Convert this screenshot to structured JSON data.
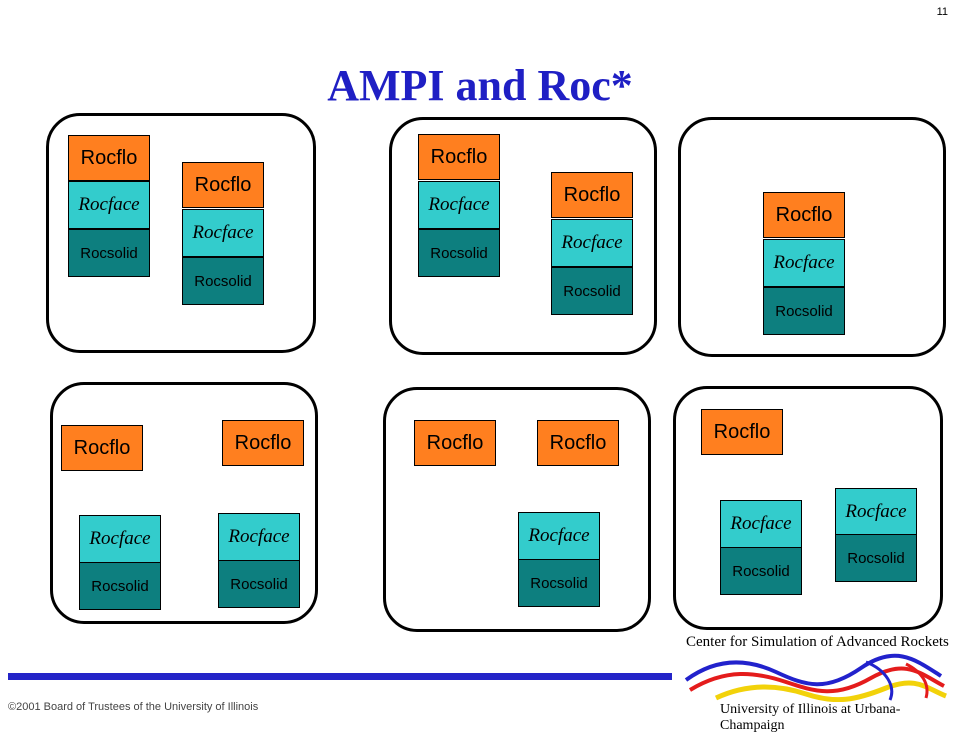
{
  "page_number": "11",
  "title": "AMPI and Roc*",
  "footer": {
    "copyright": "©2001 Board of Trustees of the University of Illinois",
    "center_name": "Center for Simulation of Advanced Rockets",
    "university": "University of Illinois at Urbana-Champaign"
  },
  "labels": {
    "rocflo": "Rocflo",
    "rocface": "Rocface",
    "rocsolid": "Rocsolid"
  },
  "colors": {
    "title": "#1f1fc4",
    "rocflo": "#ff7f1f",
    "rocface": "#33cccc",
    "rocsolid": "#0d7f7f",
    "footer_line": "#2424c8"
  }
}
